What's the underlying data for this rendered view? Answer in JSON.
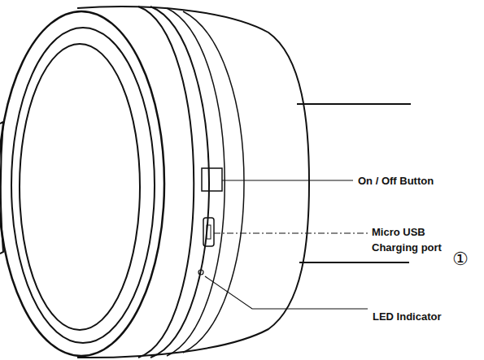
{
  "diagram": {
    "labels": [
      "On / Off Button",
      "Micro USB Charging port",
      "①",
      "LED Indicator"
    ]
  }
}
